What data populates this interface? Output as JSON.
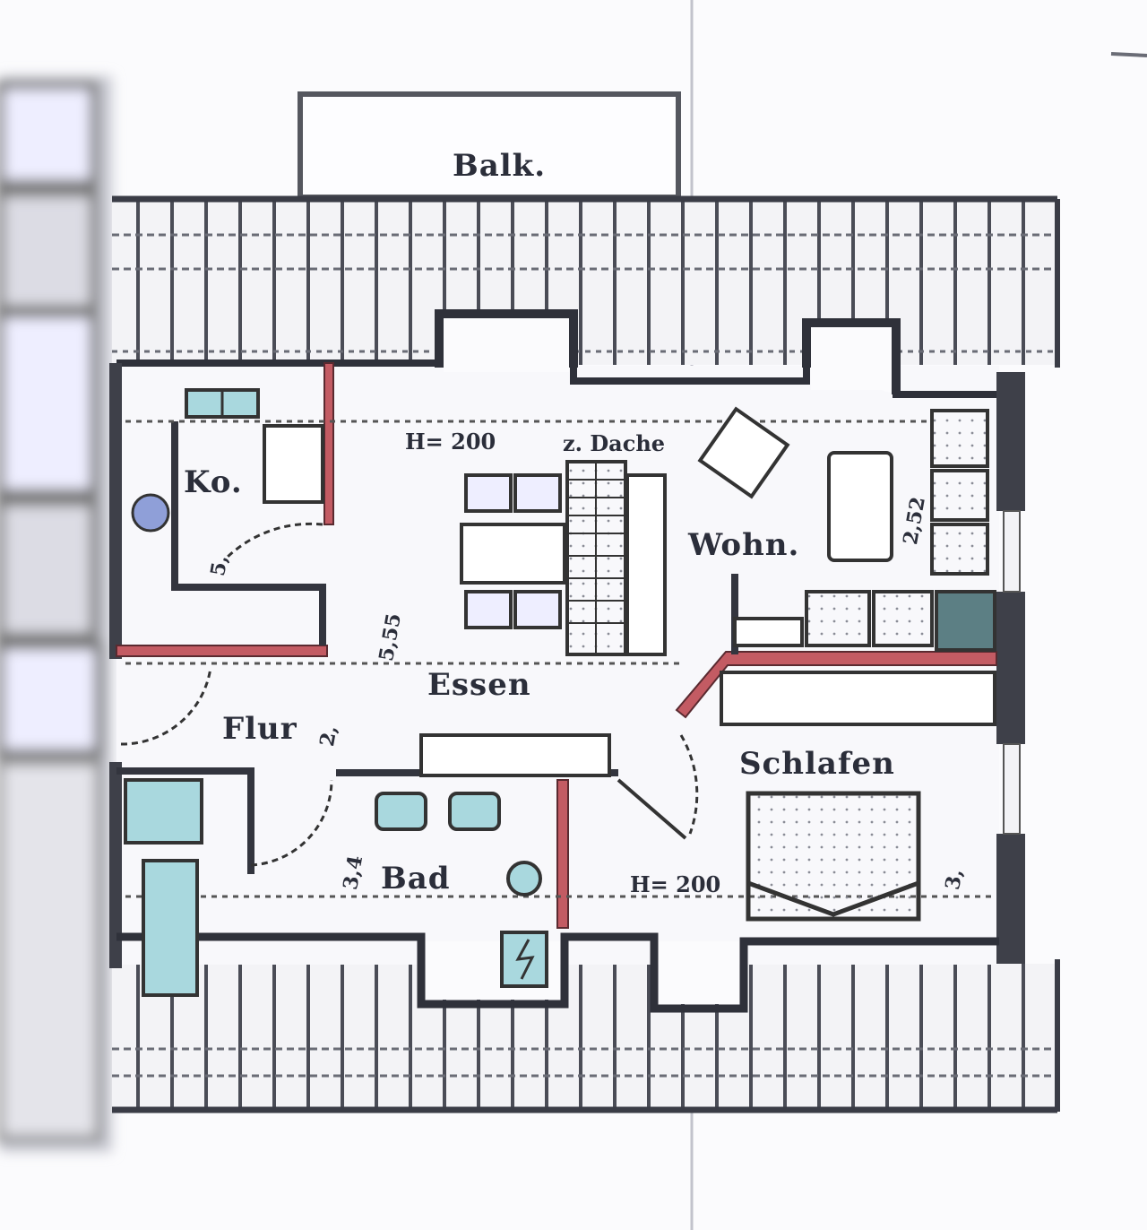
{
  "plan": {
    "type": "floor-plan",
    "colors": {
      "wall": "#3a3c46",
      "partition_red": "#b84550",
      "fixture_cyan": "#a9d8de",
      "roof_lines": "#5a5c66",
      "paper": "#fbfbfd",
      "blur_strip": "#9a9ca6"
    },
    "rooms": [
      {
        "id": "balkon",
        "label": "Balk."
      },
      {
        "id": "kueche",
        "label": "Ko."
      },
      {
        "id": "essen",
        "label": "Essen"
      },
      {
        "id": "wohnen",
        "label": "Wohn."
      },
      {
        "id": "flur",
        "label": "Flur"
      },
      {
        "id": "bad",
        "label": "Bad"
      },
      {
        "id": "schlafen",
        "label": "Schlafen"
      }
    ],
    "annotations": {
      "ceiling_height_top": "H= 200",
      "stair_note": "z. Dache",
      "ceiling_height_bottom": "H= 200",
      "kueche_area": "5,",
      "essen_dim": "5,55",
      "wohnen_dim": "2,52",
      "flur_dim": "2,",
      "bad_dim": "3,4",
      "schlafen_dim": "3,"
    }
  }
}
